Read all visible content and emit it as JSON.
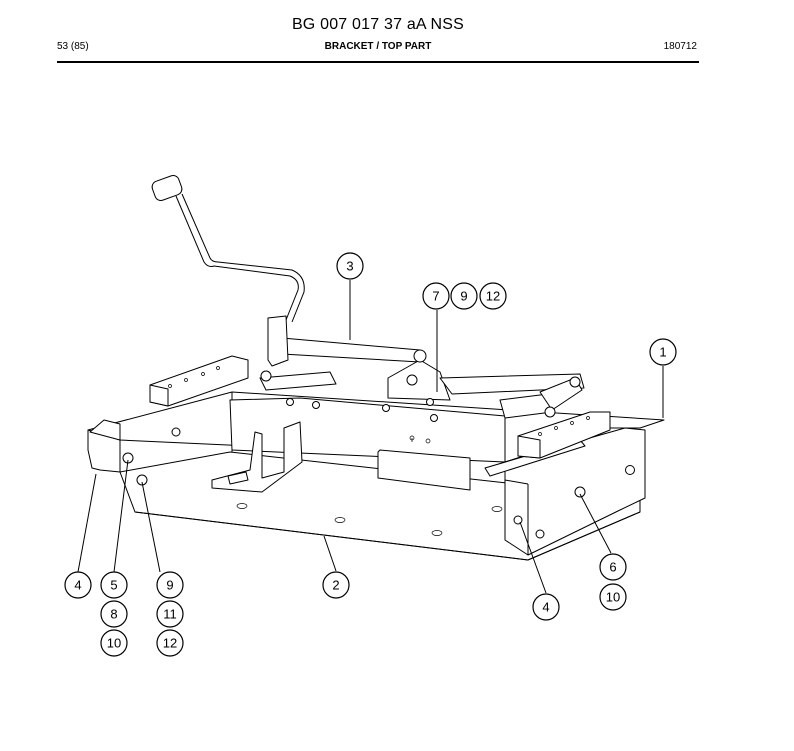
{
  "header": {
    "document_code": "BG 007 017 37 aA NSS",
    "page_number": "53 (85)",
    "part_title": "BRACKET / TOP PART",
    "date_code": "180712"
  },
  "callouts": {
    "c1": "1",
    "c2": "2",
    "c3": "3",
    "c4_left": "4",
    "c4_right": "4",
    "c5": "5",
    "c6": "6",
    "c7": "7",
    "c8": "8",
    "c9_top": "9",
    "c9_left": "9",
    "c10_left": "10",
    "c10_right": "10",
    "c11": "11",
    "c12_top": "12",
    "c12_left": "12"
  }
}
